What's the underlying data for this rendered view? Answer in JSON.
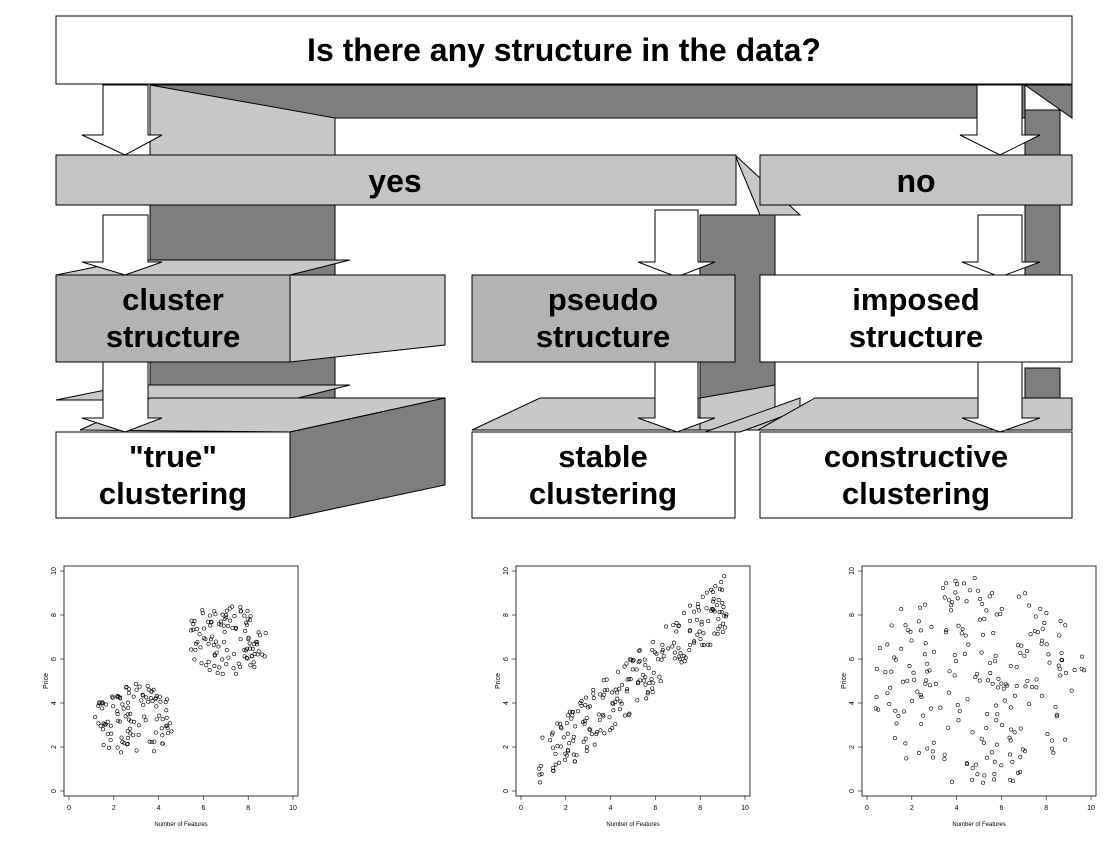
{
  "diagram": {
    "question": "Is there any structure in the data?",
    "yes": "yes",
    "no": "no",
    "cluster_structure": [
      "cluster",
      "structure"
    ],
    "pseudo_structure": [
      "pseudo",
      "structure"
    ],
    "imposed_structure": [
      "imposed",
      "structure"
    ],
    "true_clustering": [
      "\"true\"",
      "clustering"
    ],
    "stable_clustering": [
      "stable",
      "clustering"
    ],
    "constructive_clustering": [
      "constructive",
      "clustering"
    ]
  },
  "colors": {
    "light_gray": "#c4c4c4",
    "dark_gray": "#7e7e7e",
    "box_gray": "#b3b3b3",
    "white": "#ffffff"
  },
  "chart_data": [
    {
      "type": "scatter",
      "xlabel": "Number of Features",
      "ylabel": "Price",
      "x_ticks": [
        "0",
        "2",
        "4",
        "6",
        "8",
        "10"
      ],
      "y_ticks": [
        "0",
        "2",
        "4",
        "6",
        "8",
        "10"
      ],
      "xlim": [
        0,
        10
      ],
      "ylim": [
        0,
        10
      ],
      "pattern": "two-clusters",
      "clusters": [
        {
          "center": [
            2.9,
            3.2
          ],
          "radius": [
            1.8,
            1.7
          ],
          "n": 110
        },
        {
          "center": [
            7.1,
            6.9
          ],
          "radius": [
            1.9,
            1.7
          ],
          "n": 110
        }
      ]
    },
    {
      "type": "scatter",
      "xlabel": "Number of Features",
      "ylabel": "Price",
      "x_ticks": [
        "0",
        "2",
        "4",
        "6",
        "8",
        "10"
      ],
      "y_ticks": [
        "0",
        "2",
        "4",
        "6",
        "8",
        "10"
      ],
      "xlim": [
        0,
        10
      ],
      "ylim": [
        0,
        10
      ],
      "pattern": "diagonal-band",
      "band": {
        "x_range": [
          0.8,
          9.2
        ],
        "y_at_start": 1.2,
        "y_at_end": 8.6,
        "spread": 1.3,
        "n": 230
      }
    },
    {
      "type": "scatter",
      "xlabel": "Number of Features",
      "ylabel": "Price",
      "x_ticks": [
        "0",
        "2",
        "4",
        "6",
        "8",
        "10"
      ],
      "y_ticks": [
        "0",
        "2",
        "4",
        "6",
        "8",
        "10"
      ],
      "xlim": [
        0,
        10
      ],
      "ylim": [
        0,
        10
      ],
      "pattern": "uniform-disc",
      "disc": {
        "center": [
          5.0,
          5.0
        ],
        "radius": [
          4.8,
          4.8
        ],
        "n": 220
      }
    }
  ]
}
